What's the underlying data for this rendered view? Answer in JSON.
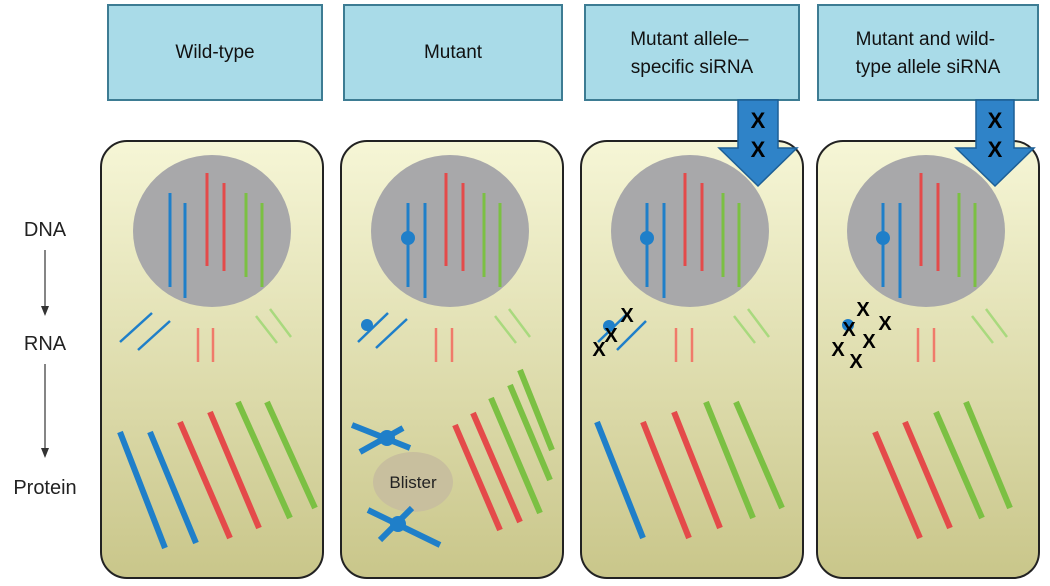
{
  "columns": [
    {
      "header_lines": [
        "Wild-type"
      ]
    },
    {
      "header_lines": [
        "Mutant"
      ]
    },
    {
      "header_lines": [
        "Mutant allele–",
        "specific siRNA"
      ]
    },
    {
      "header_lines": [
        "Mutant and wild-",
        "type allele siRNA"
      ]
    }
  ],
  "row_labels": {
    "dna": "DNA",
    "rna": "RNA",
    "protein": "Protein"
  },
  "blister_label": "Blister",
  "x_mark": "X",
  "colors": {
    "header_fill": "#a9dbe8",
    "header_stroke": "#3d7c93",
    "cell_fill_top": "#f6f6d6",
    "cell_fill_bottom": "#c9c68a",
    "cell_stroke": "#222222",
    "nucleus": "#a8a8aa",
    "blue": "#1f7fc9",
    "red": "#e44a4a",
    "green": "#7bc043",
    "light_green": "#a9d97e",
    "light_red": "#f07a6a",
    "arrow": "#2f83c8",
    "blister": "#c8bf9e"
  }
}
